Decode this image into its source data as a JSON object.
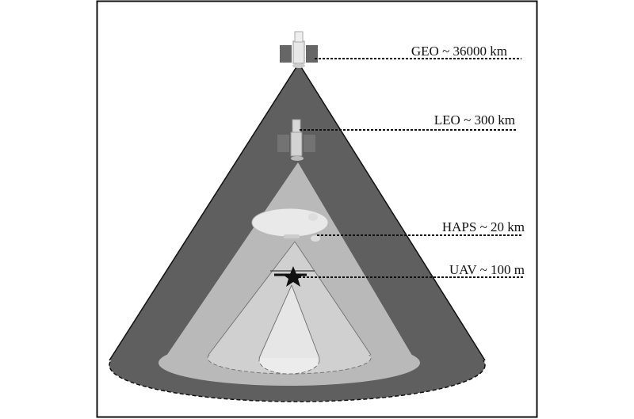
{
  "labels": {
    "geo": "GEO ~ 36000 km",
    "leo": "LEO ~ 300 km",
    "haps": "HAPS ~ 20 km",
    "uav": "UAV ~ 100 m"
  },
  "colors": {
    "geo_cone": "#5f5f5f",
    "leo_cone": "#b9b9b9",
    "haps_cone": "#d0d0d0",
    "uav_cone": "#e6e6e6"
  }
}
